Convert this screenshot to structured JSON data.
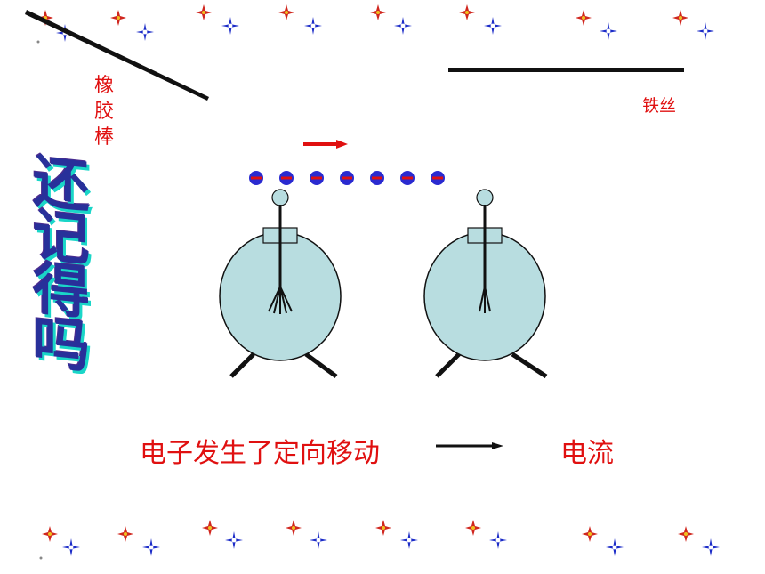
{
  "labels": {
    "rod": [
      "橡",
      "胶",
      "棒"
    ],
    "wire": "铁丝",
    "side_title": [
      "还",
      "记",
      "得",
      "吗"
    ],
    "caption": "电子发生了定向移动",
    "result": "电流"
  },
  "diagram": {
    "electron_count": 7,
    "colors": {
      "label_red": "#e01010",
      "electroscope_fill": "#b8dde0",
      "electron_outer": "#2a2ad0",
      "electron_inner": "#e01010",
      "sparkle_red": "#d0261e",
      "sparkle_blue": "#1c2cc8",
      "title_main": "#28309a",
      "title_shadow": "#1ad6c8"
    },
    "icons": [
      "sparkle-icon",
      "electron-icon",
      "arrow-right-icon"
    ]
  }
}
